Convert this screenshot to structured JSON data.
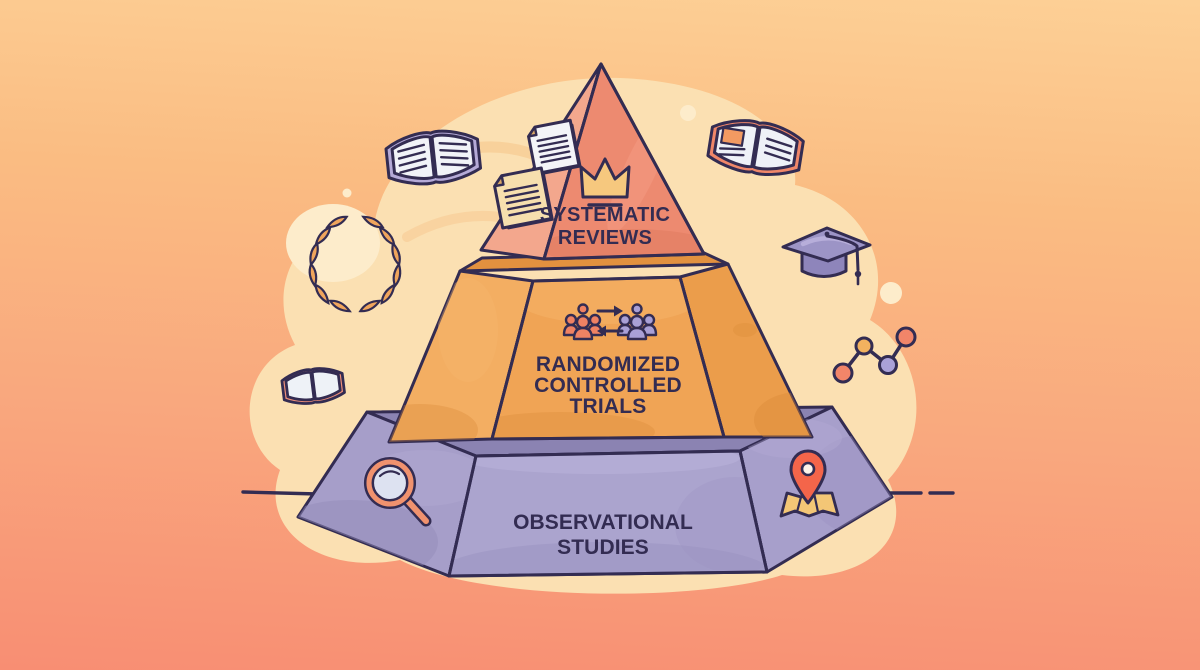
{
  "palette": {
    "outline": "#332c52",
    "background_top": "#fdd096",
    "background_bottom": "#f88e73",
    "blob_cream": "#fbe0b2",
    "text": "#332c52",
    "gold": "#f6c87e",
    "laurel_orange": "#f0a55c",
    "cap_purple": "#9c94c6",
    "pin_red": "#f4654a",
    "map_gold": "#f3c676"
  },
  "pyramid": {
    "tiers": [
      {
        "id": "systematic-reviews",
        "lines": [
          "SYSTEMATIC",
          "REVIEWS"
        ],
        "color": "#ed8a70",
        "side_color": "#f3a78d",
        "icon": "crown-icon"
      },
      {
        "id": "randomized-controlled-trials",
        "lines": [
          "RANDOMIZED",
          "CONTROLLED",
          "TRIALS"
        ],
        "color": "#f0a455",
        "side_color": "#f3ae62",
        "icon": "randomization-groups-icon",
        "group_colors": [
          "#ef8263",
          "#a9a0d6"
        ]
      },
      {
        "id": "observational-studies",
        "lines": [
          "OBSERVATIONAL",
          "STUDIES"
        ],
        "color": "#aba4ce",
        "side_color": "#a69ec9",
        "icons": [
          "magnifying-glass-icon",
          "map-location-icon"
        ]
      }
    ]
  },
  "decorations": [
    "open-book-purple-icon",
    "open-book-orange-icon",
    "stacked-papers-icon",
    "laurel-wreath-icon",
    "small-open-book-icon",
    "graduation-cap-icon",
    "molecule-graph-icon",
    "ground-line"
  ]
}
